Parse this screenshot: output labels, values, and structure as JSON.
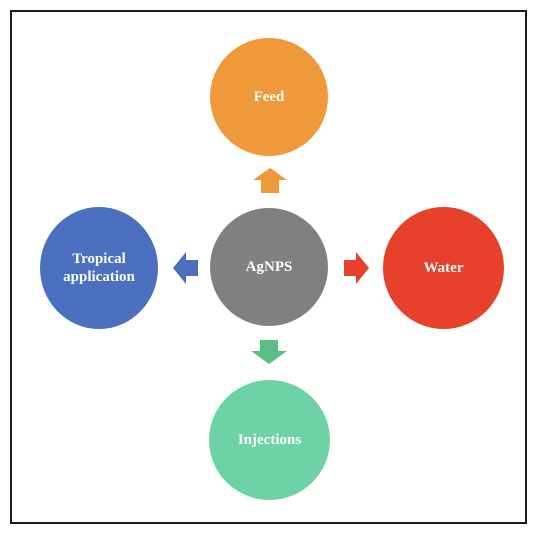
{
  "diagram": {
    "center": {
      "label": "AgNPS",
      "color": "#808080"
    },
    "nodes": [
      {
        "id": "feed",
        "label": "Feed",
        "color": "#F0993A",
        "arrow_color": "#F0993A"
      },
      {
        "id": "water",
        "label": "Water",
        "color": "#E8412B",
        "arrow_color": "#E8412B"
      },
      {
        "id": "injections",
        "label": "Injections",
        "color": "#6DD3A5",
        "arrow_color": "#5BBE85"
      },
      {
        "id": "tropical",
        "label": "Tropical\napplication",
        "color": "#4A70BF",
        "arrow_color": "#4A70BF"
      }
    ]
  }
}
